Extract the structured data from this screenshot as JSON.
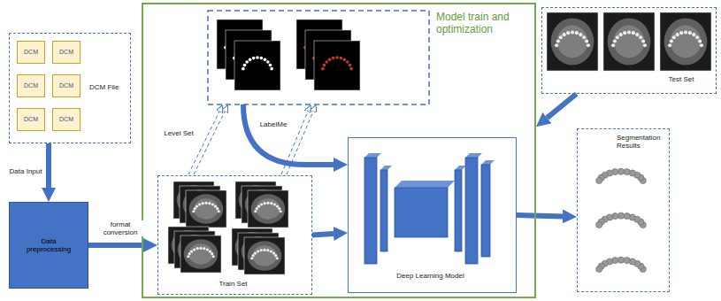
{
  "diagram": {
    "nodes": [
      {
        "text": [
          "DCM File"
        ]
      },
      {
        "text": [
          "DCM"
        ],
        "in": 0
      },
      {
        "text": [
          "DCM"
        ],
        "in": 0
      },
      {
        "text": [
          "DCM"
        ],
        "in": 0
      },
      {
        "text": [
          "DCM"
        ],
        "in": 0
      },
      {
        "text": [
          "DCM"
        ],
        "in": 0
      },
      {
        "text": [
          "DCM"
        ],
        "in": 0
      },
      {
        "text": [
          "Data preprocessing"
        ]
      },
      {
        "text": [
          "Model train and optimization"
        ]
      },
      {
        "text": [
          "Train Set"
        ],
        "in": 8
      },
      {
        "text": [
          "Deep Learning Model"
        ],
        "in": 8
      },
      {
        "text": [
          "Test Set"
        ]
      },
      {
        "text": [
          "Segmentation Results"
        ]
      }
    ],
    "edges": [
      {
        "from": 0,
        "to": 7,
        "arrow": "to",
        "label": "Data Input"
      },
      {
        "from": 7,
        "to": 9,
        "arrow": "to",
        "label": "format conversion"
      },
      {
        "from": 9,
        "to": 10,
        "arrow": "to"
      },
      {
        "from": 11,
        "to": 8,
        "arrow": "to"
      },
      {
        "from": 10,
        "to": 12,
        "arrow": "to"
      }
    ],
    "labels": [
      "Level Set",
      "LabelMe"
    ]
  }
}
